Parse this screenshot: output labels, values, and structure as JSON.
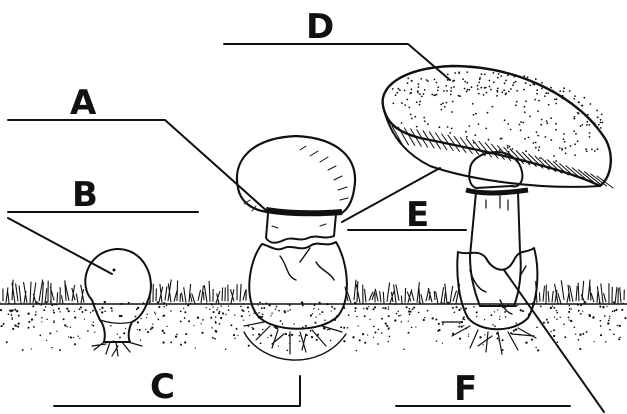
{
  "labels": {
    "a": "A",
    "b": "B",
    "c": "C",
    "d": "D",
    "e": "E",
    "f": "F"
  },
  "colors": {
    "ink": "#111111",
    "paper": "#ffffff"
  }
}
